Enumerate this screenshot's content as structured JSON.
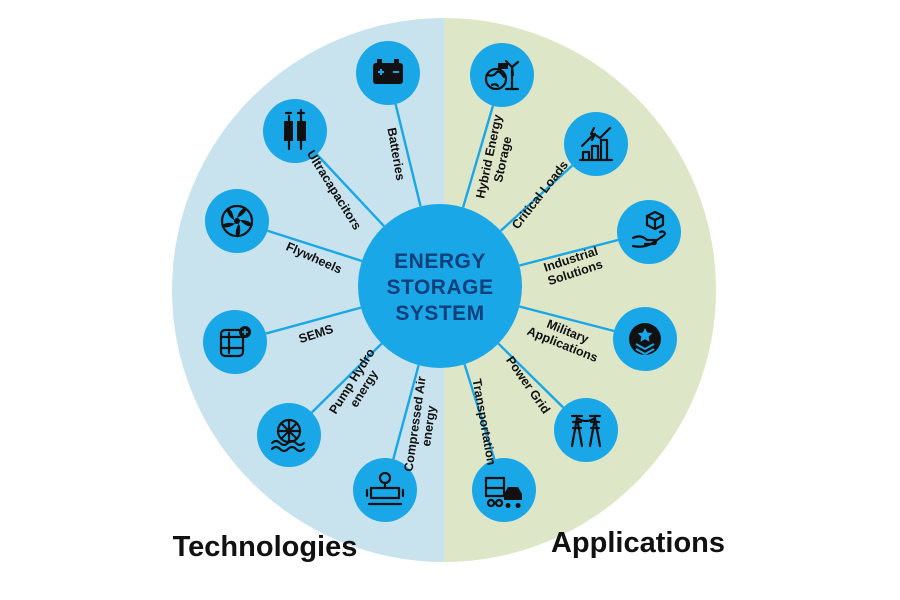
{
  "colors": {
    "technologies_bg": "#c9e3ee",
    "applications_bg": "#dde6c6",
    "node_blue": "#1aa7e8",
    "center_text": "#0d3f7a",
    "connector": "#1aa7e8",
    "icon": "#111111"
  },
  "center": {
    "lines": [
      "ENERGY",
      "STORAGE",
      "SYSTEM"
    ]
  },
  "technologies": {
    "title": "Technologies",
    "items": [
      {
        "label": [
          "Batteries"
        ],
        "icon": "battery-icon"
      },
      {
        "label": [
          "Ultracapacitors"
        ],
        "icon": "ultracapacitor-icon"
      },
      {
        "label": [
          "Flywheels"
        ],
        "icon": "flywheel-icon"
      },
      {
        "label": [
          "SEMS"
        ],
        "icon": "sems-icon"
      },
      {
        "label": [
          "Pump Hydro",
          "energy"
        ],
        "icon": "hydro-turbine-icon"
      },
      {
        "label": [
          "Compressed Air",
          "energy"
        ],
        "icon": "compressed-air-icon"
      }
    ]
  },
  "applications": {
    "title": "Applications",
    "items": [
      {
        "label": [
          "Hybrid Energy",
          "Storage"
        ],
        "icon": "hybrid-energy-icon"
      },
      {
        "label": [
          "Critical Loads"
        ],
        "icon": "critical-loads-icon"
      },
      {
        "label": [
          "Industrial",
          "Solutions"
        ],
        "icon": "industrial-solutions-icon"
      },
      {
        "label": [
          "Military",
          "Applications"
        ],
        "icon": "military-icon"
      },
      {
        "label": [
          "Power Grid"
        ],
        "icon": "power-grid-icon"
      },
      {
        "label": [
          "Transportation"
        ],
        "icon": "transportation-icon"
      }
    ]
  }
}
